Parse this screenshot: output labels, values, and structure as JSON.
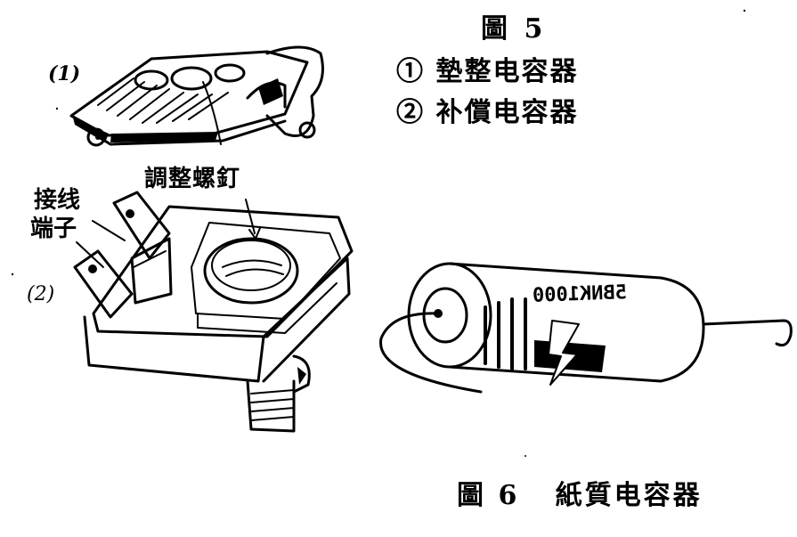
{
  "figure5": {
    "title": "圖 5",
    "item1": "① 墊整电容器",
    "item2": "② 补償电容器",
    "label1": "(1)",
    "label2": "(2)",
    "adjusting_screw_label": "調整螺釘",
    "terminal_line1": "接线",
    "terminal_line2": "端子"
  },
  "figure6": {
    "caption": "圖 6   紙質电容器",
    "capacitor_marking": "5BNK1000"
  },
  "colors": {
    "ink": "#000000",
    "paper": "#ffffff"
  }
}
